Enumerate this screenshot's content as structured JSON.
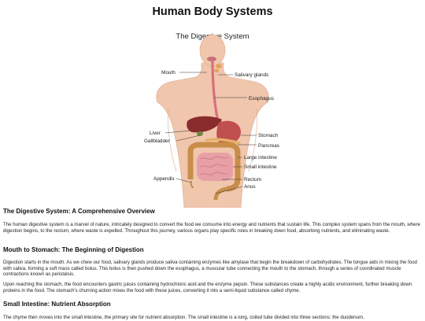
{
  "page": {
    "title": "Human Body Systems"
  },
  "figure": {
    "title": "The Digestive System",
    "labels": {
      "mouth": "Mouth",
      "salivary": "Salivary glands",
      "esophagus": "Esophagus",
      "liver": "Liver",
      "gallbladder": "Gallbladder",
      "stomach": "Stomach",
      "pancreas": "Pancreas",
      "large_intestine": "Large intestine",
      "small_intestine": "Small intestine",
      "appendix": "Appendix",
      "rectum": "Rectum",
      "anus": "Anus"
    }
  },
  "article": {
    "sections": [
      {
        "heading": "The Digestive System: A Comprehensive Overview",
        "paragraphs": [
          "The human digestive system is a marvel of nature, intricately designed to convert the food we consume into energy and nutrients that sustain life. This complex system spans from the mouth, where digestion begins, to the rectum, where waste is expelled. Throughout this journey, various organs play specific roles in breaking down food, absorbing nutrients, and eliminating waste."
        ]
      },
      {
        "heading": "Mouth to Stomach: The Beginning of Digestion",
        "paragraphs": [
          "Digestion starts in the mouth. As we chew our food, salivary glands produce saliva containing enzymes like amylase that begin the breakdown of carbohydrates. The tongue aids in mixing the food with saliva, forming a soft mass called bolus. This bolus is then pushed down the esophagus, a muscular tube connecting the mouth to the stomach, through a series of coordinated muscle contractions known as peristalsis.",
          "Upon reaching the stomach, the food encounters gastric juices containing hydrochloric acid and the enzyme pepsin. These substances create a highly acidic environment, further breaking down proteins in the food. The stomach's churning action mixes the food with these juices, converting it into a semi-liquid substance called chyme."
        ]
      },
      {
        "heading": "Small Intestine: Nutrient Absorption",
        "paragraphs": [
          "The chyme then moves into the small intestine, the primary site for nutrient absorption. The small intestine is a long, coiled tube divided into three sections: the duodenum,"
        ]
      }
    ]
  }
}
